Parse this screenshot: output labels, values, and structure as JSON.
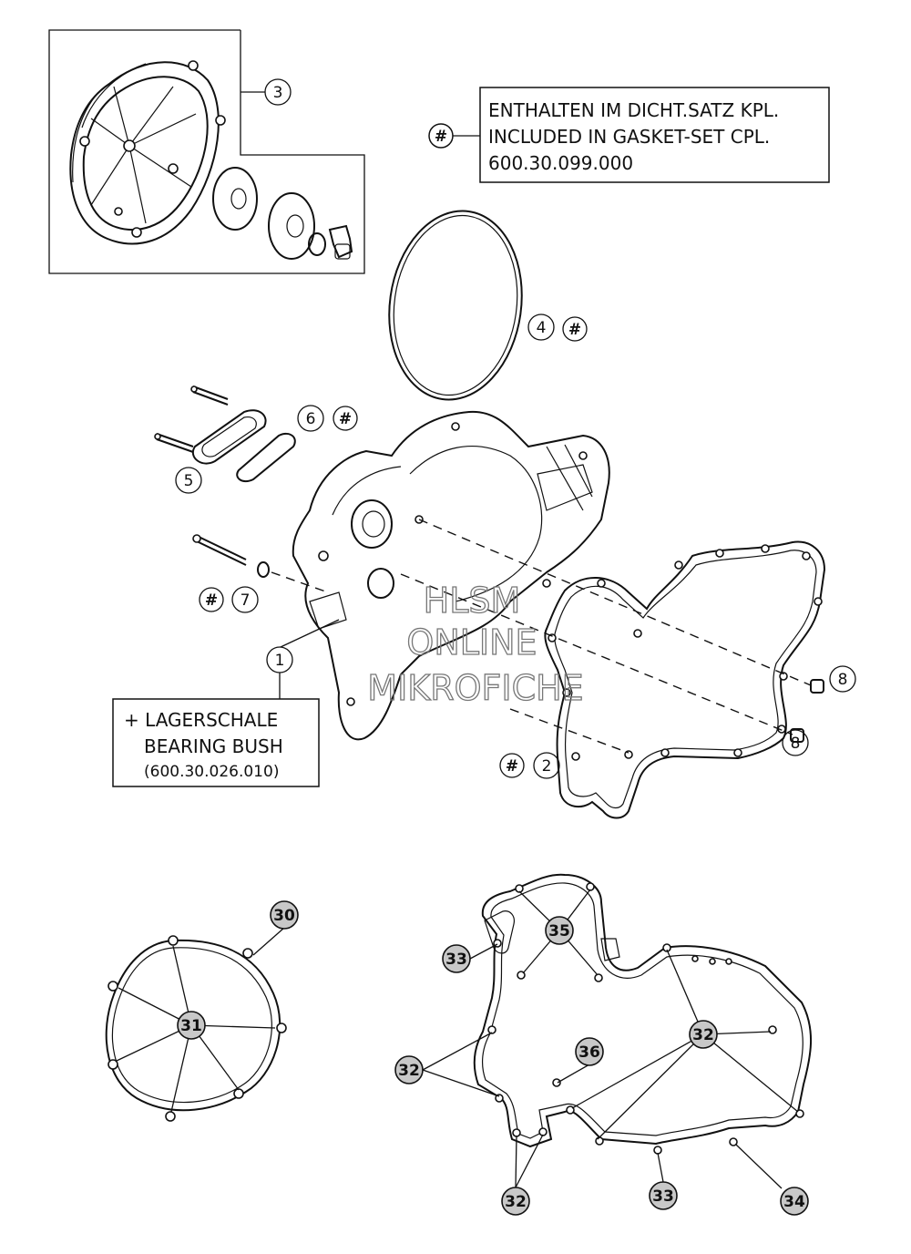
{
  "legend_box": {
    "symbol": "#",
    "line1": "ENTHALTEN IM DICHT.SATZ KPL.",
    "line2": "INCLUDED IN GASKET-SET CPL.",
    "line3": "600.30.099.000"
  },
  "bearing_box": {
    "line1": "+ LAGERSCHALE",
    "line2": "BEARING BUSH",
    "line3": "(600.30.026.010)"
  },
  "watermark": {
    "line1": "HLSM",
    "line2": "ONLINE",
    "line3": "MIKROFICHE"
  },
  "callouts": {
    "c1": "1",
    "c2": "2",
    "c2_sym": "#",
    "c3": "3",
    "c4": "4",
    "c4_sym": "#",
    "c5": "5",
    "c6": "6",
    "c6_sym": "#",
    "c7": "7",
    "c7_sym": "#",
    "c8a": "8",
    "c8b": "8",
    "c30": "30",
    "c31": "31",
    "c32a": "32",
    "c32b": "32",
    "c32c": "32",
    "c33a": "33",
    "c33b": "33",
    "c34": "34",
    "c35": "35",
    "c36": "36"
  }
}
